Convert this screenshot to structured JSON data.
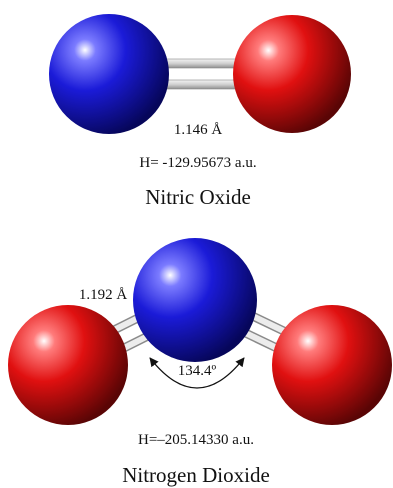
{
  "colors": {
    "nitrogen": "#1a1ad6",
    "oxygen": "#e01010",
    "bond": "#d8d8d8",
    "text": "#111111"
  },
  "nitric_oxide": {
    "bond_length": "1.146 Å",
    "energy": "H= -129.95673 a.u.",
    "name": "Nitric Oxide"
  },
  "nitrogen_dioxide": {
    "bond_length": "1.192 Å",
    "angle": "134.4º",
    "energy": "H=–205.14330 a.u.",
    "name": "Nitrogen Dioxide"
  }
}
